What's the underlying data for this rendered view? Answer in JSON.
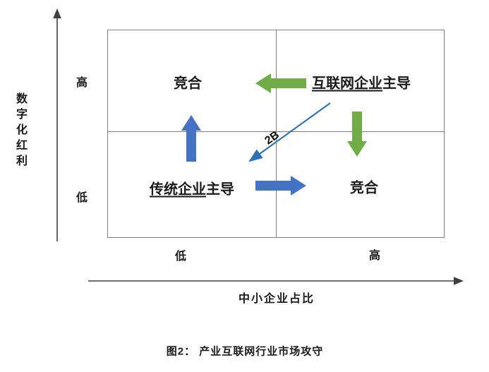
{
  "figure": {
    "caption": "图2：  产业互联网行业市场攻守"
  },
  "y_axis": {
    "title": "数字化红利",
    "top_label": "高",
    "bottom_label": "低"
  },
  "x_axis": {
    "title": "中小企业占比",
    "left_label": "低",
    "right_label": "高"
  },
  "matrix": {
    "top_left": "竞合",
    "top_right_underlined": "互联网企业",
    "top_right_rest": "主导",
    "bottom_left_underlined": "传统企业",
    "bottom_left_rest": "主导",
    "bottom_right": "竞合"
  },
  "diagonal": {
    "label": "2B"
  },
  "colors": {
    "green": "#70AD47",
    "blue": "#4472C4",
    "diagonal_blue": "#2E74B5",
    "axis": "#3f3f3f",
    "grid": "#7f7f7f",
    "text": "#1a1a1a"
  }
}
